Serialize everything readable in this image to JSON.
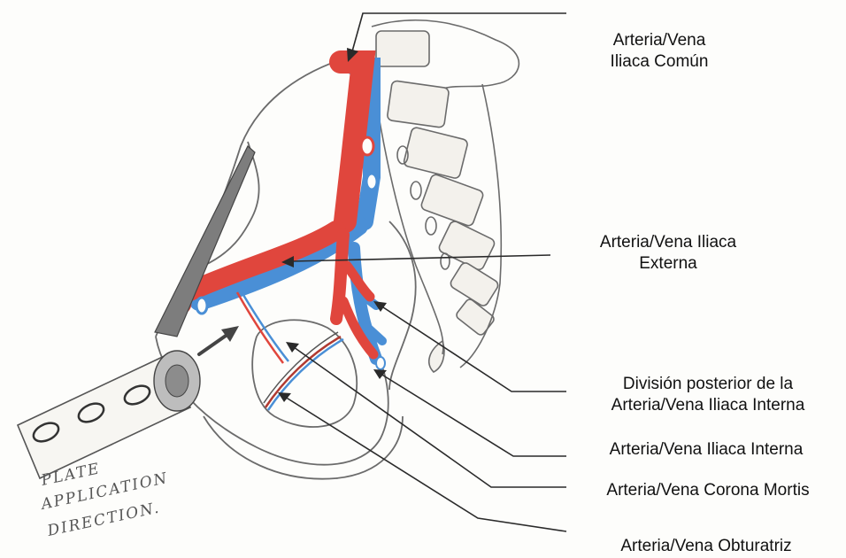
{
  "labels": {
    "common_iliac": [
      "Arteria/Vena",
      "Iliaca Común"
    ],
    "external_iliac": [
      "Arteria/Vena Iliaca",
      "Externa"
    ],
    "posterior_division": [
      "División posterior de la",
      "Arteria/Vena Iliaca Interna"
    ],
    "internal_iliac": "Arteria/Vena Iliaca Interna",
    "corona_mortis": "Arteria/Vena Corona Mortis",
    "obturator": "Arteria/Vena Obturatriz"
  },
  "handwriting": [
    "PLATE",
    "APPLICATION",
    "DIRECTION."
  ],
  "colors": {
    "artery": "#e0463d",
    "vein": "#4a8fd6",
    "pencil": "#6b6b6b",
    "leader": "#2a2a2a"
  }
}
